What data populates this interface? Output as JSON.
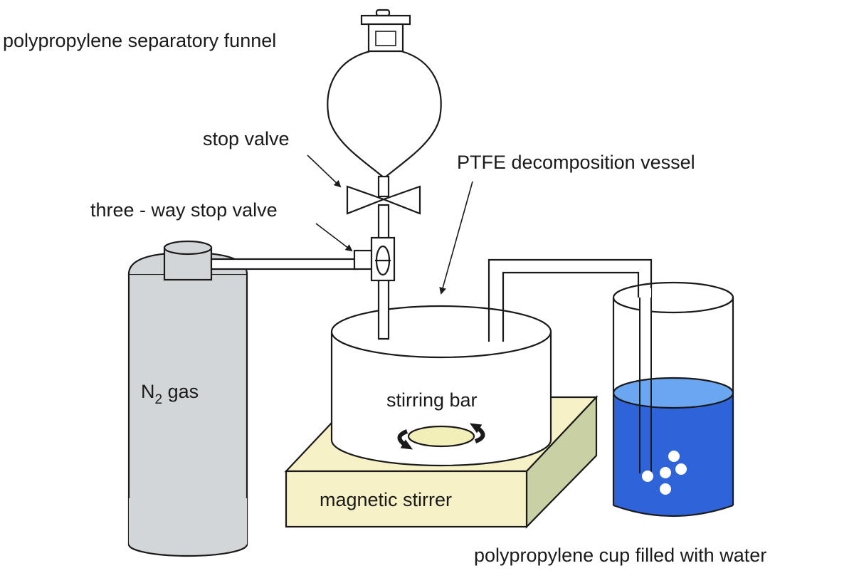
{
  "labels": {
    "funnel": "polypropylene separatory funnel",
    "stop_valve": "stop valve",
    "three_way_valve": "three - way stop valve",
    "vessel": "PTFE decomposition vessel",
    "gas_main": "N",
    "gas_sub": "2",
    "gas_suffix": " gas",
    "stirring_bar": "stirring bar",
    "stirrer": "magnetic stirrer",
    "cup": "polypropylene cup filled with water"
  },
  "colors": {
    "cylinder": "#d3d6d8",
    "stirrer_top": "#f6f1c6",
    "stirrer_side": "#c9d0a4",
    "water": "#2f63d9",
    "water_top": "#6aa6f2",
    "stir_bar": "#f3efb8",
    "outline": "#1a1a1a"
  }
}
